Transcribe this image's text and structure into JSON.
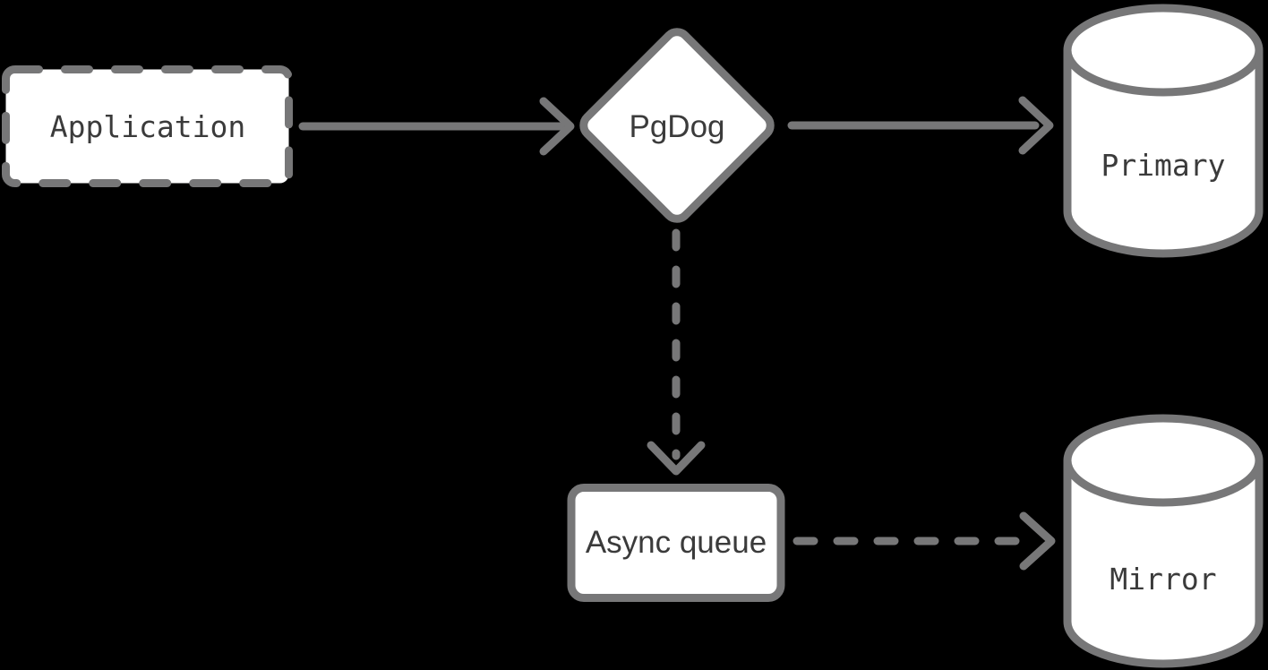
{
  "diagram": {
    "type": "flowchart",
    "background_color": "#000000",
    "node_fill_color": "#ffffff",
    "line_color": "#777778",
    "label_color": "#3b3b3b",
    "nodes": {
      "application": {
        "label": "Application",
        "shape": "dashed-rounded-rectangle"
      },
      "pgdog": {
        "label": "PgDog",
        "shape": "diamond"
      },
      "primary": {
        "label": "Primary",
        "shape": "database-cylinder"
      },
      "async_queue": {
        "label": "Async queue",
        "shape": "rounded-rectangle"
      },
      "mirror": {
        "label": "Mirror",
        "shape": "database-cylinder"
      }
    },
    "edges": [
      {
        "from": "Application",
        "to": "PgDog",
        "style": "solid"
      },
      {
        "from": "PgDog",
        "to": "Primary",
        "style": "solid"
      },
      {
        "from": "PgDog",
        "to": "Async queue",
        "style": "dashed"
      },
      {
        "from": "Async queue",
        "to": "Mirror",
        "style": "dashed"
      }
    ]
  }
}
